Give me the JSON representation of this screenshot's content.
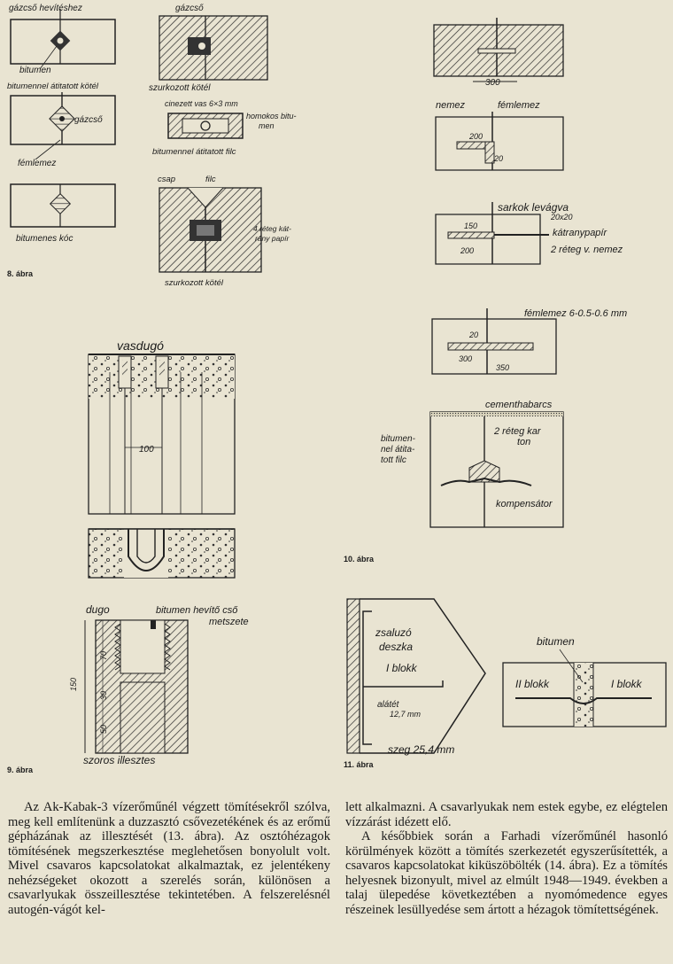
{
  "figure8": {
    "caption": "8. ábra",
    "labels": {
      "gazcso_hevitéshez": "gázcső hevítéshez",
      "bitumen": "bitumen",
      "bitumennel_atitatott_kotel": "bitumennel átitatott kötél",
      "gazcso_a": "gázcső",
      "femlemez": "fémlemez",
      "bitumenes_koc": "bitumenes kóc",
      "gazcso_b": "gázcső",
      "szurkozott_kotel_a": "szurkozott kötél",
      "cinezett_vas": "cinezett vas 6×3 mm",
      "homokos_bitumen_1": "homokos bitu-",
      "homokos_bitumen_2": "men",
      "bitumennel_atitatott_filc": "bitumennel átitatott filc",
      "csap": "csap",
      "filc": "filc",
      "reteg_karton_1": "4 réteg kát-",
      "reteg_karton_2": "rány papír",
      "szurkozott_kotel_b": "szurkozott kötél"
    }
  },
  "figure9": {
    "caption": "9. ábra",
    "labels": {
      "vasdugo": "vasdugó",
      "dim_100": "100",
      "dugo": "dugo",
      "bitumen_hevito": "bitumen hevítő cső",
      "metszete": "metszete",
      "dim_150": "150",
      "dim_70": "70",
      "dim_30": "30",
      "dim_50": "50",
      "szoros_illesztes": "szoros illesztes"
    }
  },
  "figure10": {
    "caption": "10. ábra",
    "labels": {
      "dim_300_a": "300",
      "nemez": "nemez",
      "femlemez_a": "fémlemez",
      "dim_200_a": "200",
      "dim_20_a": "20",
      "sarkok_levagva": "sarkok levágva",
      "dim_20x20": "20x20",
      "dim_150": "150",
      "katranypapir": "kátranypapír",
      "dim_200_b": "200",
      "reteg_nemez": "2 réteg v. nemez",
      "femlemez_b": "fémlemez 6-0.5-0.6 mm",
      "dim_20_b": "20",
      "dim_300_b": "300",
      "dim_350": "350",
      "cementhabarcs": "cementhabarcs",
      "reteg_karton_1": "2 réteg kar",
      "reteg_karton_2": "ton",
      "bitumennel_1": "bitumen-",
      "bitumennel_2": "nel átita-",
      "bitumennel_3": "tott filc",
      "kompensator": "kompensátor"
    }
  },
  "figure11": {
    "caption": "11. ábra",
    "labels": {
      "zsaluzo_1": "zsaluzó",
      "zsaluzo_2": "deszka",
      "i_blokk_a": "I blokk",
      "aletet": "alátét",
      "dim_127": "12,7 mm",
      "szeg": "szeg 25,4 mm",
      "bitumen": "bitumen",
      "ii_blokk": "II blokk",
      "i_blokk_b": "I blokk"
    }
  },
  "body": {
    "left_p1": "Az Ak-Kabak-3 vízerőműnél végzett tömítésekről szólva, meg kell említenünk a duzzasztó csővezetékének és az erőmű gépházának az illesztését (13. ábra). Az osztóhézagok tömítésének megszerkesztése meglehetősen bonyolult volt. Mivel csavaros kapcsolatokat alkalmaztak, ez jelentékeny nehézségeket okozott a szerelés során, különösen a csavarlyukak összeillesztése tekintetében. A felszerelésnél autogén-vágót kel-",
    "right_p1": "lett alkalmazni. A csavarlyukak nem estek egybe, ez elégtelen vízzárást idézett elő.",
    "right_p2": "A későbbiek során a Farhadi vízerőműnél hasonló körülmények között a tömítés szerkezetét egyszerűsítették, a csavaros kapcsolatokat kiküszöbölték (14. ábra). Ez a tömítés helyesnek bizonyult, mivel az elmúlt 1948—1949. években a talaj ülepedése következtében a nyomómedence egyes részeinek lesüllyedése sem ártott a hézagok tömítettségének."
  }
}
